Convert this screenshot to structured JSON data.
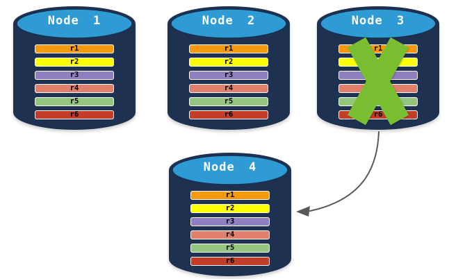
{
  "canvas": {
    "background": "#FFFFFF"
  },
  "cylinder": {
    "body_color": "#1E3151",
    "top_color": "#2E9BD5",
    "top_stroke": "#16304E",
    "title_color": "#FFFFFF",
    "row_border": "#FFFFFF",
    "row_text": "#000000"
  },
  "nodes": [
    {
      "label": "Node 1",
      "failed": false,
      "rows": [
        {
          "label": "r1",
          "color": "#F8990D"
        },
        {
          "label": "r2",
          "color": "#FFFF00"
        },
        {
          "label": "r3",
          "color": "#8F7EC0"
        },
        {
          "label": "r4",
          "color": "#DF7F6C"
        },
        {
          "label": "r5",
          "color": "#94C57E"
        },
        {
          "label": "r6",
          "color": "#C33D28"
        }
      ]
    },
    {
      "label": "Node 2",
      "failed": false,
      "rows": [
        {
          "label": "r1",
          "color": "#F8990D"
        },
        {
          "label": "r2",
          "color": "#FFFF00"
        },
        {
          "label": "r3",
          "color": "#8F7EC0"
        },
        {
          "label": "r4",
          "color": "#DF7F6C"
        },
        {
          "label": "r5",
          "color": "#94C57E"
        },
        {
          "label": "r6",
          "color": "#C33D28"
        }
      ]
    },
    {
      "label": "Node 3",
      "failed": true,
      "rows": [
        {
          "label": "r1",
          "color": "#F8990D"
        },
        {
          "label": "r2",
          "color": "#FFFF00"
        },
        {
          "label": "r3",
          "color": "#8F7EC0"
        },
        {
          "label": "r4",
          "color": "#DF7F6C"
        },
        {
          "label": "r5",
          "color": "#94C57E"
        },
        {
          "label": "r6",
          "color": "#C33D28"
        }
      ]
    },
    {
      "label": "Node 4",
      "failed": false,
      "rows": [
        {
          "label": "r1",
          "color": "#F8990D"
        },
        {
          "label": "r2",
          "color": "#FFFF00"
        },
        {
          "label": "r3",
          "color": "#8F7EC0"
        },
        {
          "label": "r4",
          "color": "#DF7F6C"
        },
        {
          "label": "r5",
          "color": "#94C57E"
        },
        {
          "label": "r6",
          "color": "#C33D28"
        }
      ]
    }
  ],
  "failure_mark": {
    "on_node": "Node 3",
    "color": "#79BE30"
  },
  "arrow": {
    "from": "Node 3",
    "to": "Node 4",
    "color": "#595959"
  }
}
